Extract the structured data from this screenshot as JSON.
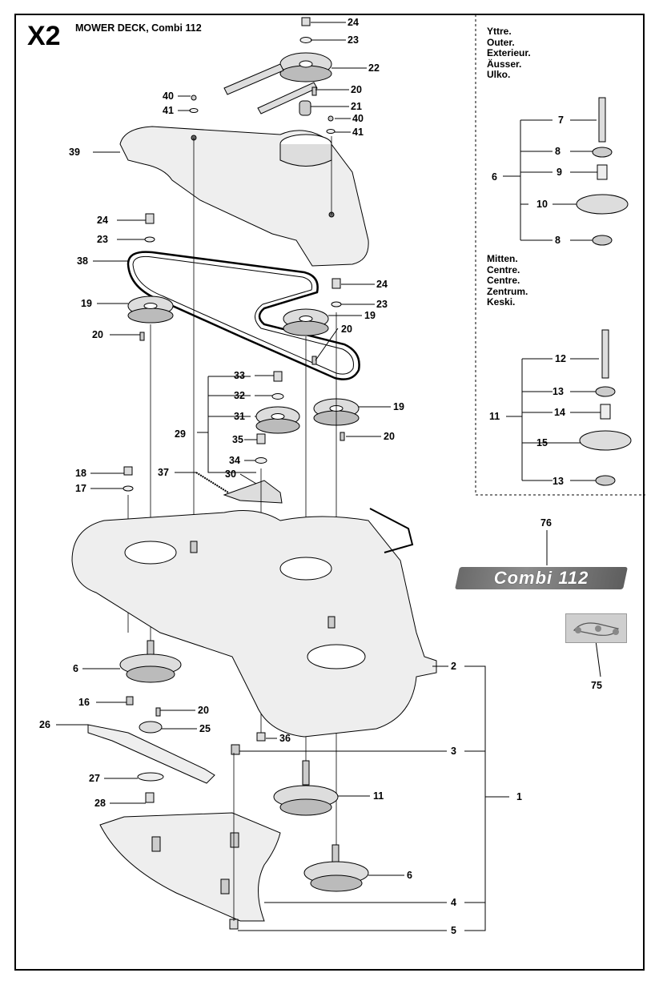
{
  "header": {
    "page_code": "X2",
    "title": "MOWER DECK, Combi 112"
  },
  "inset_outer": {
    "languages": [
      "Yttre.",
      "Outer.",
      "Exterieur.",
      "Äusser.",
      "Ulko."
    ]
  },
  "inset_middle": {
    "languages": [
      "Mitten.",
      "Centre.",
      "Centre.",
      "Zentrum.",
      "Keski."
    ]
  },
  "decal": {
    "text": "Combi 112"
  },
  "callouts": {
    "c24a": "24",
    "c23a": "23",
    "c22": "22",
    "c20a": "20",
    "c21": "21",
    "c40a": "40",
    "c41a": "41",
    "c40b": "40",
    "c41b": "41",
    "c39": "39",
    "c24b": "24",
    "c23b": "23",
    "c38": "38",
    "c24c": "24",
    "c23c": "23",
    "c19a": "19",
    "c19b": "19",
    "c20b": "20",
    "c20c": "20",
    "c33": "33",
    "c32": "32",
    "c31": "31",
    "c29": "29",
    "c19c": "19",
    "c20d": "20",
    "c35": "35",
    "c34": "34",
    "c18": "18",
    "c17": "17",
    "c37": "37",
    "c30": "30",
    "c6a": "6",
    "c16": "16",
    "c20e": "20",
    "c26": "26",
    "c25": "25",
    "c36": "36",
    "c27": "27",
    "c28": "28",
    "c2": "2",
    "c3": "3",
    "c11a": "11",
    "c1": "1",
    "c6b": "6",
    "c4": "4",
    "c5": "5",
    "c76": "76",
    "c75": "75",
    "i7": "7",
    "i8a": "8",
    "i6": "6",
    "i9": "9",
    "i10": "10",
    "i8b": "8",
    "i12": "12",
    "i13a": "13",
    "i11": "11",
    "i14": "14",
    "i15": "15",
    "i13b": "13"
  }
}
